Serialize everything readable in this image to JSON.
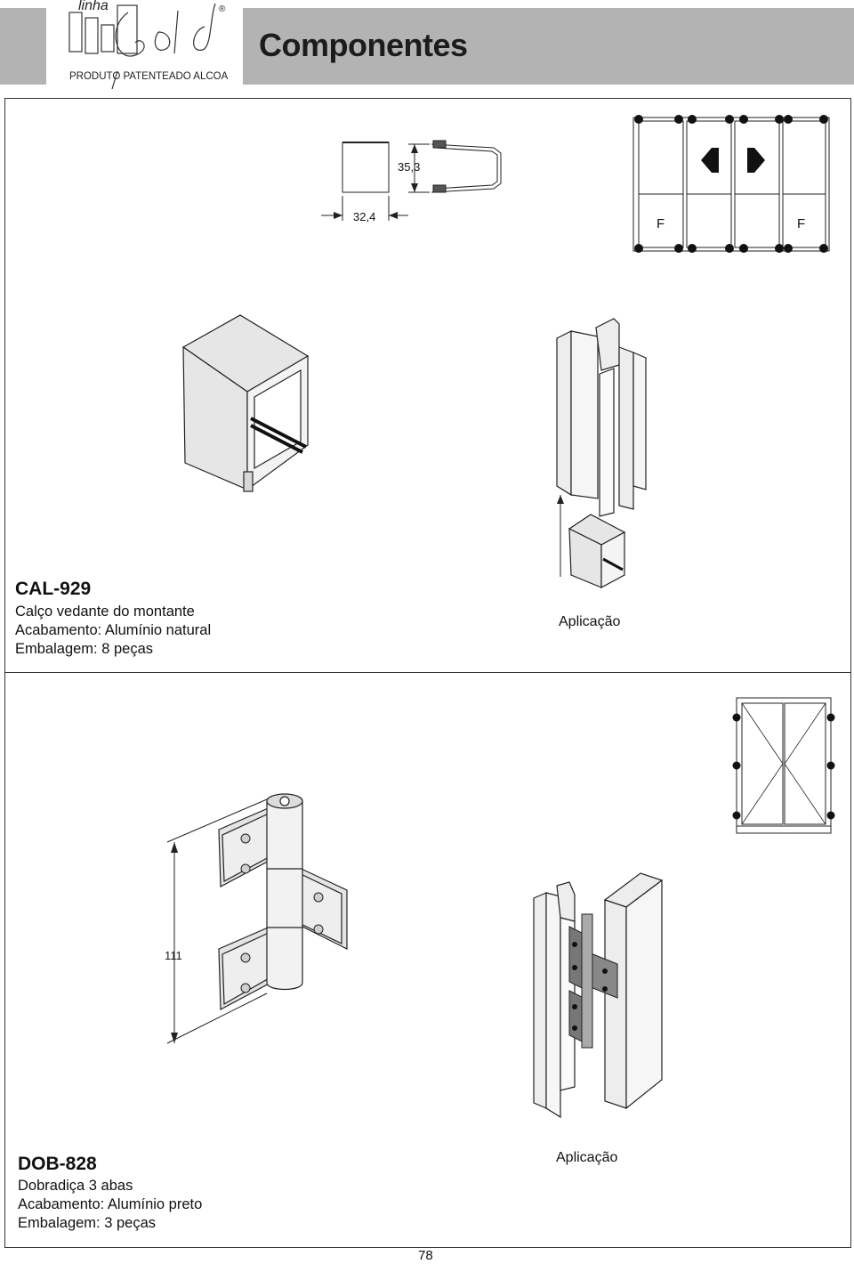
{
  "header": {
    "logo_word1": "linha",
    "logo_word2": "Gold",
    "logo_sub": "PRODUTO PATENTEADO ALCOA",
    "registered_mark": "®",
    "title": "Componentes"
  },
  "products": [
    {
      "code": "CAL-929",
      "description": "Calço vedante do montante",
      "finish": "Acabamento: Alumínio natural",
      "packaging": "Embalagem: 8 peças",
      "application_label": "Aplicação",
      "dimensions": {
        "height": "35,3",
        "width": "32,4"
      },
      "diagram_labels": [
        "F",
        "F"
      ]
    },
    {
      "code": "DOB-828",
      "description": "Dobradiça 3 abas",
      "finish": "Acabamento: Alumínio preto",
      "packaging": "Embalagem: 3 peças",
      "application_label": "Aplicação",
      "dimensions": {
        "height": "111"
      }
    }
  ],
  "page_number": "78",
  "colors": {
    "header_gray": "#b3b3b3",
    "part_fill": "#e6e6e6",
    "ink": "#1a1a1a"
  }
}
